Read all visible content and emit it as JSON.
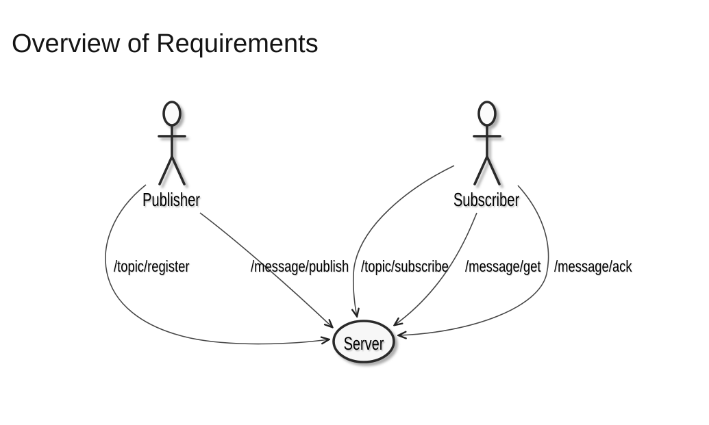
{
  "title": "Overview of Requirements",
  "diagram": {
    "type": "uml-use-case",
    "actors": [
      {
        "name": "Publisher"
      },
      {
        "name": "Subscriber"
      }
    ],
    "server": {
      "label": "Server",
      "shape": "ellipse"
    },
    "edges": [
      {
        "label": "/topic/register",
        "from": "Publisher",
        "to": "Server"
      },
      {
        "label": "/message/publish",
        "from": "Publisher",
        "to": "Server"
      },
      {
        "label": "/topic/subscribe",
        "from": "Subscriber",
        "to": "Server"
      },
      {
        "label": "/message/get",
        "from": "Subscriber",
        "to": "Server"
      },
      {
        "label": "/message/ack",
        "from": "Subscriber",
        "to": "Server"
      }
    ],
    "icons": [
      {
        "name": "publisher-actor-icon",
        "glyph": "stick-figure"
      },
      {
        "name": "subscriber-actor-icon",
        "glyph": "stick-figure"
      }
    ],
    "colors": {
      "background": "#ffffff",
      "edge_line": "#464646",
      "shape_stroke": "#2b2b2b",
      "shape_fill": "#f7f7f7",
      "arrowhead": "#222222",
      "text": "#000000"
    }
  }
}
